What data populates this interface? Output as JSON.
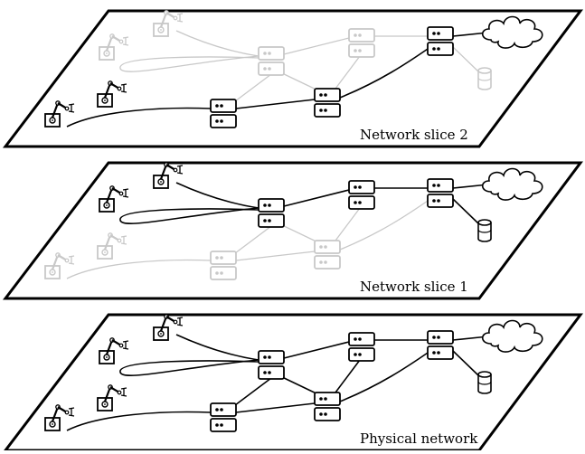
{
  "layers": [
    {
      "id": "slice2",
      "label": "Network slice 2",
      "inactive_color": "#c8c8c8",
      "active_color": "#000000",
      "active_nodes": [
        "r3",
        "r4",
        "s3",
        "s4",
        "s5",
        "cloud"
      ],
      "active_links": [
        "r3-s3",
        "s3-s4",
        "s4-s5",
        "s5-cloud"
      ]
    },
    {
      "id": "slice1",
      "label": "Network slice 1",
      "inactive_color": "#c8c8c8",
      "active_color": "#000000",
      "active_nodes": [
        "r1",
        "r2",
        "s1",
        "s2",
        "s5",
        "cloud",
        "db"
      ],
      "active_links": [
        "r2-s1",
        "s1-s2",
        "s2-s5",
        "s5-cloud",
        "s5-db"
      ]
    },
    {
      "id": "physical",
      "label": "Physical network",
      "inactive_color": "#c8c8c8",
      "active_color": "#000000",
      "active_nodes": [
        "r1",
        "r2",
        "r3",
        "r4",
        "s1",
        "s2",
        "s3",
        "s4",
        "s5",
        "cloud",
        "db"
      ],
      "active_links": [
        "r2-s1",
        "r3-s3",
        "s1-s2",
        "s1-s3",
        "s1-s4",
        "s2-s4",
        "s3-s4",
        "s2-s5",
        "s4-s5",
        "s5-cloud",
        "s5-db"
      ]
    }
  ],
  "colors": {
    "active": "#000000",
    "inactive": "#c8c8c8",
    "background": "#ffffff"
  },
  "icons": {
    "robot": "robot-arm-icon",
    "switch": "network-switch-icon",
    "cloud": "cloud-icon",
    "database": "database-icon"
  }
}
